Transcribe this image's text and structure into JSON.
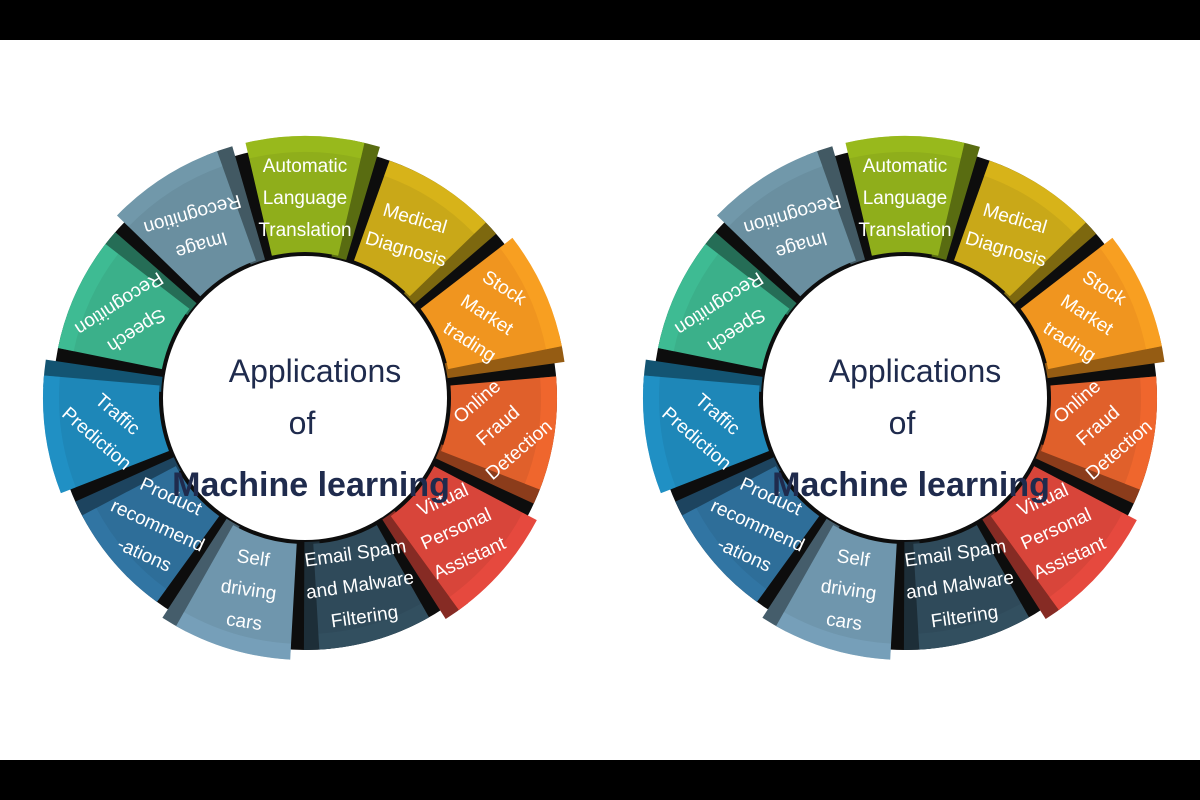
{
  "diagram": {
    "center": {
      "line1": "Applications",
      "line2": "of",
      "line3": "Machine learning"
    },
    "segments": [
      {
        "id": "automatic-language-translation",
        "lines": [
          "Automatic",
          "Language",
          "Translation"
        ],
        "color": "#8fae1b",
        "icon": "none"
      },
      {
        "id": "medical-diagnosis",
        "lines": [
          "Medical",
          "Diagnosis"
        ],
        "color": "#c9a818",
        "icon": "none"
      },
      {
        "id": "stock-market-trading",
        "lines": [
          "Stock",
          "Market",
          "trading"
        ],
        "color": "#f0951f",
        "icon": "none"
      },
      {
        "id": "online-fraud-detection",
        "lines": [
          "Online",
          "Fraud",
          "Detection"
        ],
        "color": "#e0602b",
        "icon": "none"
      },
      {
        "id": "virtual-personal-assistant",
        "lines": [
          "Virtual",
          "Personal",
          "Assistant"
        ],
        "color": "#d8453a",
        "icon": "none"
      },
      {
        "id": "email-spam-malware-filtering",
        "lines": [
          "Email Spam",
          "and Malware",
          "Filtering"
        ],
        "color": "#2f4a5a",
        "icon": "none"
      },
      {
        "id": "self-driving-cars",
        "lines": [
          "Self",
          "driving",
          "cars"
        ],
        "color": "#6f96ad",
        "icon": "none"
      },
      {
        "id": "product-recommendations",
        "lines": [
          "Product",
          "recommend",
          "-ations"
        ],
        "color": "#2e6e99",
        "icon": "none"
      },
      {
        "id": "traffic-prediction",
        "lines": [
          "Traffic",
          "Prediction"
        ],
        "color": "#1e87b8",
        "icon": "none"
      },
      {
        "id": "speech-recognition",
        "lines": [
          "Speech",
          "Recognition"
        ],
        "color": "#3bb08a",
        "icon": "none"
      },
      {
        "id": "image-recognition",
        "lines": [
          "Image",
          "Recognition"
        ],
        "color": "#6a8fa0",
        "icon": "none"
      }
    ]
  },
  "colors": {
    "background": "#ffffff",
    "band": "#000000",
    "gap": "#0d0d0d",
    "center_text": "#1f2b4d"
  }
}
